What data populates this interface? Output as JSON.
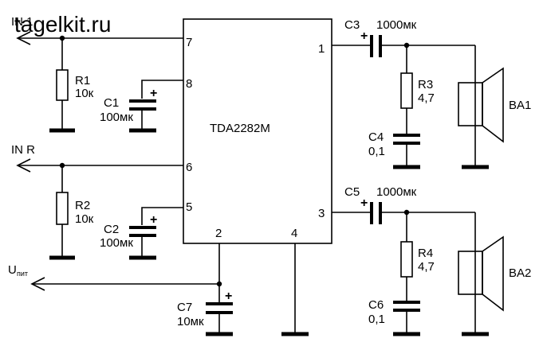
{
  "watermark": "tagelkit.ru",
  "ic": {
    "name": "TDA2282M",
    "pins": [
      "1",
      "2",
      "3",
      "4",
      "5",
      "6",
      "7",
      "8"
    ]
  },
  "inputs": {
    "in1": "IN 1",
    "inr": "IN R",
    "upit_main": "U",
    "upit_sub": "пит"
  },
  "components": {
    "r1": {
      "ref": "R1",
      "value": "10к"
    },
    "r2": {
      "ref": "R2",
      "value": "10к"
    },
    "r3": {
      "ref": "R3",
      "value": "4,7"
    },
    "r4": {
      "ref": "R4",
      "value": "4,7"
    },
    "c1": {
      "ref": "C1",
      "value": "100мк"
    },
    "c2": {
      "ref": "C2",
      "value": "100мк"
    },
    "c3": {
      "ref": "C3",
      "value": "1000мк"
    },
    "c4": {
      "ref": "C4",
      "value": "0,1"
    },
    "c5": {
      "ref": "C5",
      "value": "1000мк"
    },
    "c6": {
      "ref": "C6",
      "value": "0,1"
    },
    "c7": {
      "ref": "C7",
      "value": "10мк"
    },
    "ba1": {
      "ref": "BA1"
    },
    "ba2": {
      "ref": "BA2"
    }
  },
  "polarity_mark": "+"
}
